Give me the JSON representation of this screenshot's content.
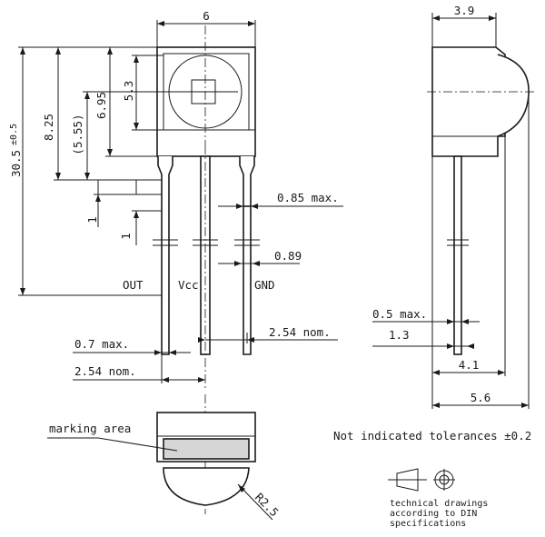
{
  "front_view": {
    "width_dim": "6",
    "window_dim": "5.3",
    "dim_6_95": "6.95",
    "dim_5_55": "(5.55)",
    "dim_8_25": "8.25",
    "total_height_dim": "30.5",
    "total_height_tol": "±0.5",
    "step_dim_upper": "1",
    "step_dim_lower": "1",
    "lead_thickness_dim": "0.85 max.",
    "lead_width_dim": "0.89",
    "pin_out": "OUT",
    "pin_vcc": "Vcc",
    "pin_gnd": "GND",
    "pitch_dim": "2.54 nom.",
    "lead_tip_dim": "0.7 max.",
    "pitch_dim_left": "2.54 nom."
  },
  "side_view": {
    "depth_dim": "3.9",
    "lead_dim_1": "0.5 max.",
    "lead_dim_2": "1.3",
    "dim_4_1": "4.1",
    "dim_5_6": "5.6"
  },
  "bottom_view": {
    "marking_label": "marking area",
    "radius_dim": "R2.5"
  },
  "notes": {
    "tolerance_note": "Not indicated tolerances ±0.2",
    "din_note_1": "technical drawings",
    "din_note_2": "according to DIN",
    "din_note_3": "specifications"
  }
}
